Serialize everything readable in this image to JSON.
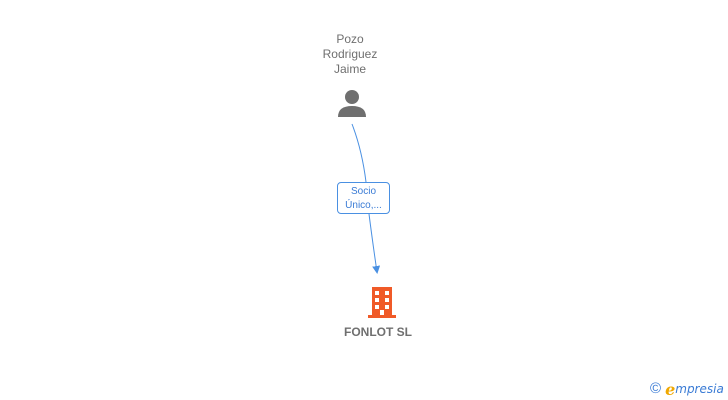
{
  "nodes": {
    "person": {
      "name_lines": [
        "Pozo",
        "Rodriguez",
        "Jaime"
      ],
      "icon": "person-icon",
      "color": "#6f6f6f"
    },
    "company": {
      "name": "FONLOT SL",
      "icon": "building-icon",
      "color": "#f05a28"
    }
  },
  "edges": [
    {
      "from": "person",
      "to": "company",
      "label_lines": [
        "Socio",
        "Único,..."
      ],
      "color": "#4a90e2"
    }
  ],
  "footer": {
    "copyright_symbol": "©",
    "brand_mark": "e",
    "brand_name": "mpresia",
    "brand_color": "#3a7bd5",
    "brand_mark_color": "#f0a800"
  }
}
